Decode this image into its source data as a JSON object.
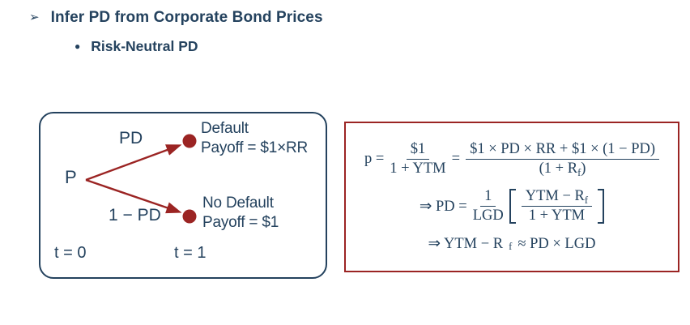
{
  "colors": {
    "navy": "#24425e",
    "red": "#9b2423"
  },
  "header": {
    "bullet": "➢",
    "title": "Infer PD from Corporate Bond Prices",
    "sub_bullet": "●",
    "subtitle": "Risk-Neutral PD"
  },
  "tree": {
    "root": "P",
    "branch_up": "PD",
    "branch_down": "1 − PD",
    "node_up_line1": "Default",
    "node_up_line2": "Payoff = $1×RR",
    "node_down_line1": "No Default",
    "node_down_line2": "Payoff = $1",
    "t0": "t = 0",
    "t1": "t = 1"
  },
  "formulas": {
    "eq1": {
      "lhs": "p =",
      "f1_num": "$1",
      "f1_den": "1 + YTM",
      "eq": "=",
      "f2_num": "$1 × PD × RR + $1 × (1 − PD)",
      "f2_den_pre": "(1 + R",
      "f2_den_sub": "f",
      "f2_den_post": ")"
    },
    "eq2": {
      "lhs": "⇒ PD =",
      "f1_num": "1",
      "f1_den": "LGD",
      "f2_num_pre": "YTM − R",
      "f2_num_sub": "f",
      "f2_den": "1 + YTM"
    },
    "eq3": {
      "pre": "⇒ YTM − R",
      "sub": "f",
      "post": " ≈ PD × LGD"
    }
  }
}
